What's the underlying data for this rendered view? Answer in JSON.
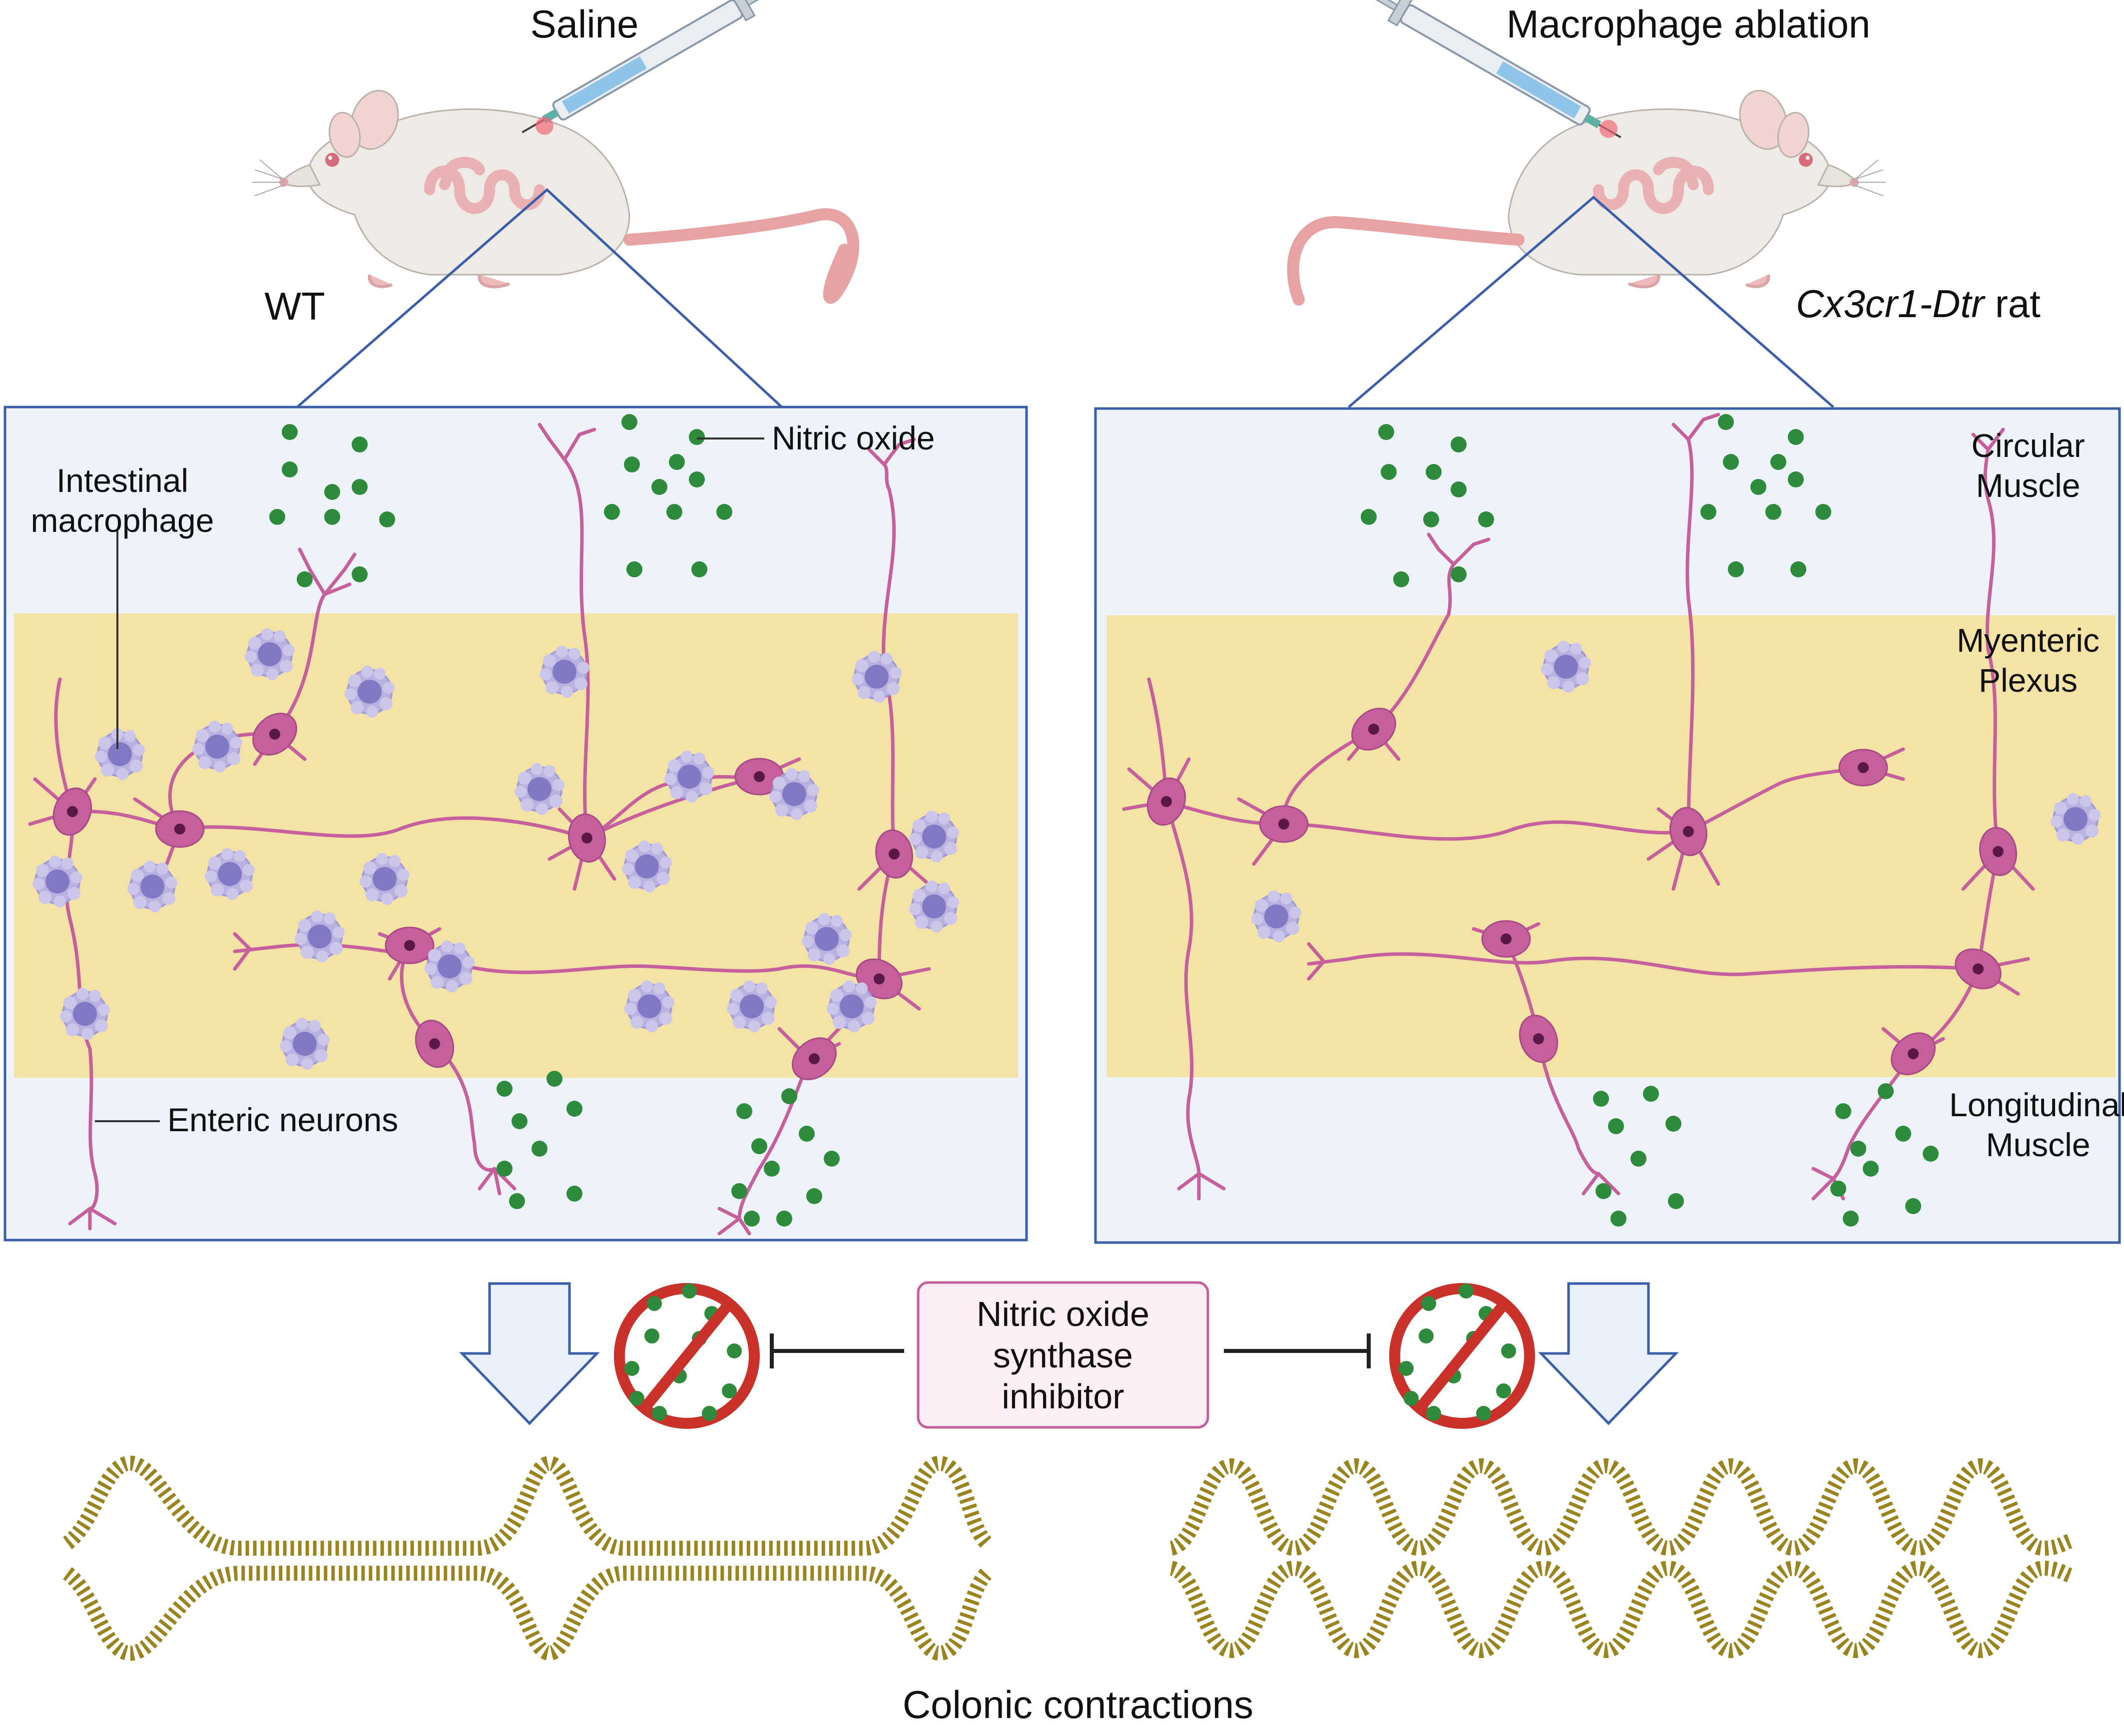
{
  "labels": {
    "saline": "Saline",
    "macrophage_ablation": "Macrophage ablation",
    "wt": "WT",
    "cx3cr1_gene": "Cx3cr1-Dtr",
    "cx3cr1_rat": " rat",
    "nitric_oxide": "Nitric oxide",
    "intestinal_macrophage_line1": "Intestinal",
    "intestinal_macrophage_line2": "macrophage",
    "enteric_neurons": "Enteric neurons",
    "circular_muscle_line1": "Circular",
    "circular_muscle_line2": "Muscle",
    "myenteric_plexus_line1": "Myenteric",
    "myenteric_plexus_line2": "Plexus",
    "longitudinal_muscle_line1": "Longitudinal",
    "longitudinal_muscle_line2": "Muscle",
    "inhibitor_line1": "Nitric oxide",
    "inhibitor_line2": "synthase",
    "inhibitor_line3": "inhibitor",
    "colonic_contractions": "Colonic contractions"
  },
  "colors": {
    "muscle_layer": "#eef3f9",
    "plexus_layer": "#f4e3a6",
    "panel_border": "#3b5ea8",
    "neuron": "#c5609d",
    "neuron_nucleus": "#5a1848",
    "macrophage": "#b9b2e0",
    "macrophage_nucleus": "#8279c4",
    "nitric_oxide": "#2e8b3c",
    "prohibit": "#c8322b",
    "inhibitor_box_fill": "#fdeef5",
    "inhibitor_box_border": "#c5609d",
    "colon_wall": "#9a8420",
    "arrow_fill": "#eaf1fa",
    "arrow_stroke": "#3b5ea8"
  },
  "icons": {
    "mouse": "rat-icon",
    "syringe": "syringe-icon",
    "no_symbol": "prohibit-icon"
  }
}
